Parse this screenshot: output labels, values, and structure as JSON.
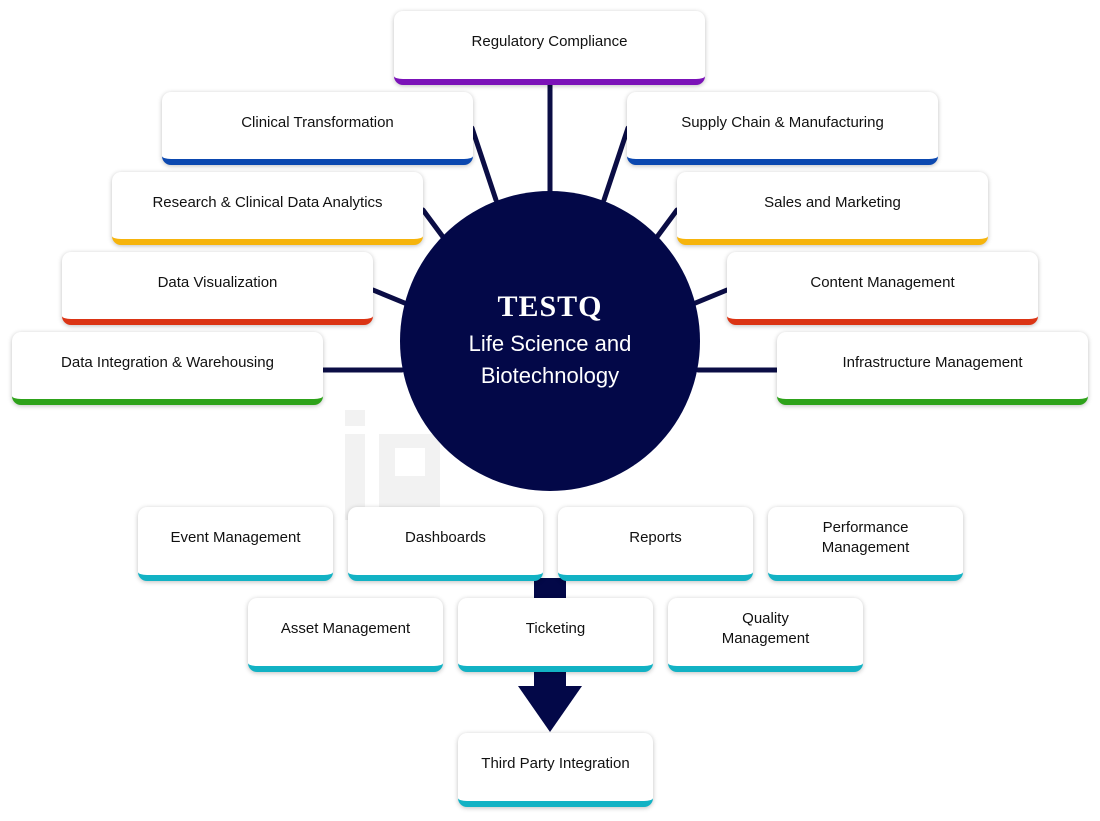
{
  "hub": {
    "brand": "TESTQ",
    "subtitle": "Life Science and\nBiotechnology"
  },
  "colors": {
    "hub": "#030848",
    "connector": "#0b0d45",
    "purple": "#7b12b8",
    "blue": "#0b48b0",
    "yellow": "#f6b40c",
    "red": "#db3414",
    "green": "#2ea21a",
    "teal": "#12b2c4"
  },
  "boxes": {
    "regulatory": "Regulatory Compliance",
    "clinical_transformation": "Clinical Transformation",
    "supply_chain": "Supply Chain & Manufacturing",
    "research_analytics": "Research & Clinical Data Analytics",
    "sales_marketing": "Sales and Marketing",
    "data_visualization": "Data Visualization",
    "content_management": "Content Management",
    "data_integration": "Data Integration & Warehousing",
    "infrastructure": "Infrastructure Management",
    "event_management": "Event Management",
    "dashboards": "Dashboards",
    "reports": "Reports",
    "performance_management": "Performance\nManagement",
    "asset_management": "Asset Management",
    "ticketing": "Ticketing",
    "quality_management": "Quality\nManagement",
    "third_party": "Third Party Integration"
  },
  "watermark_icon": "iq-logo-watermark-icon"
}
